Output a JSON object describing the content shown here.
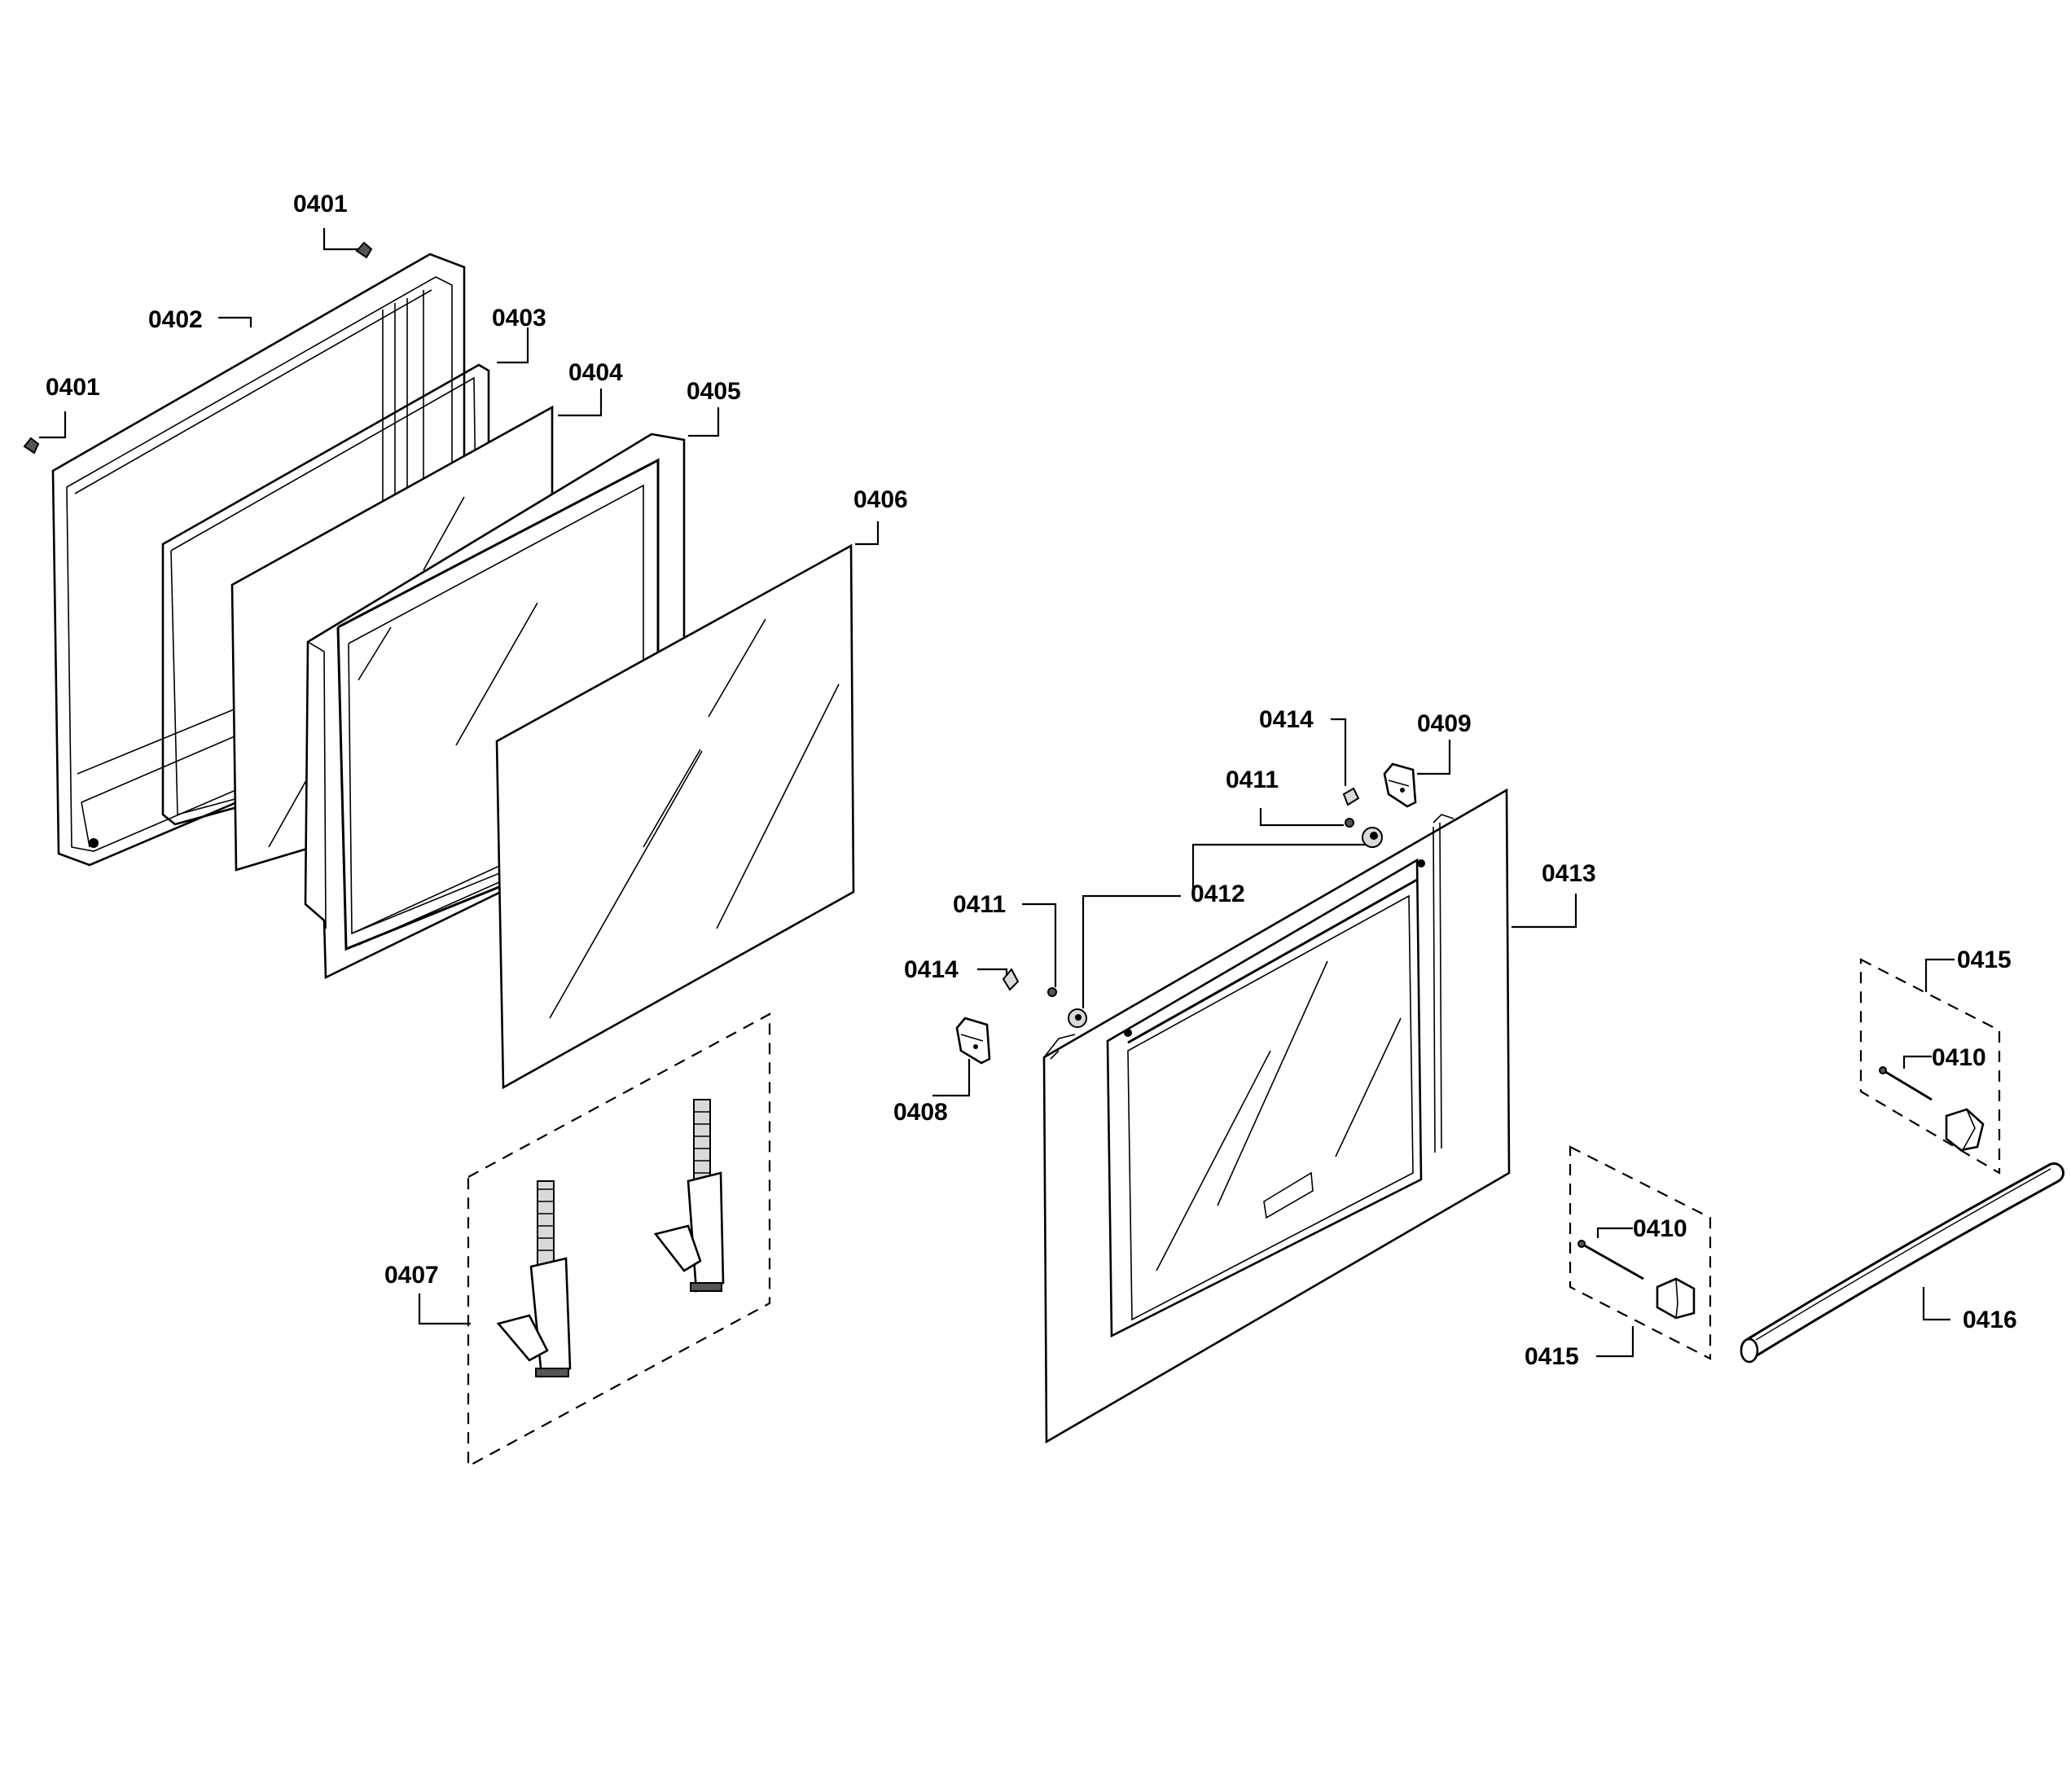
{
  "labels": {
    "p0401_top": "0401",
    "p0401_left": "0401",
    "p0402": "0402",
    "p0403": "0403",
    "p0404": "0404",
    "p0405": "0405",
    "p0406": "0406",
    "p0407": "0407",
    "p0408": "0408",
    "p0409": "0409",
    "p0410_upper": "0410",
    "p0410_lower": "0410",
    "p0411_upper": "0411",
    "p0411_lower": "0411",
    "p0412": "0412",
    "p0413": "0413",
    "p0414_upper": "0414",
    "p0414_lower": "0414",
    "p0415_upper": "0415",
    "p0415_lower": "0415",
    "p0416": "0416"
  }
}
